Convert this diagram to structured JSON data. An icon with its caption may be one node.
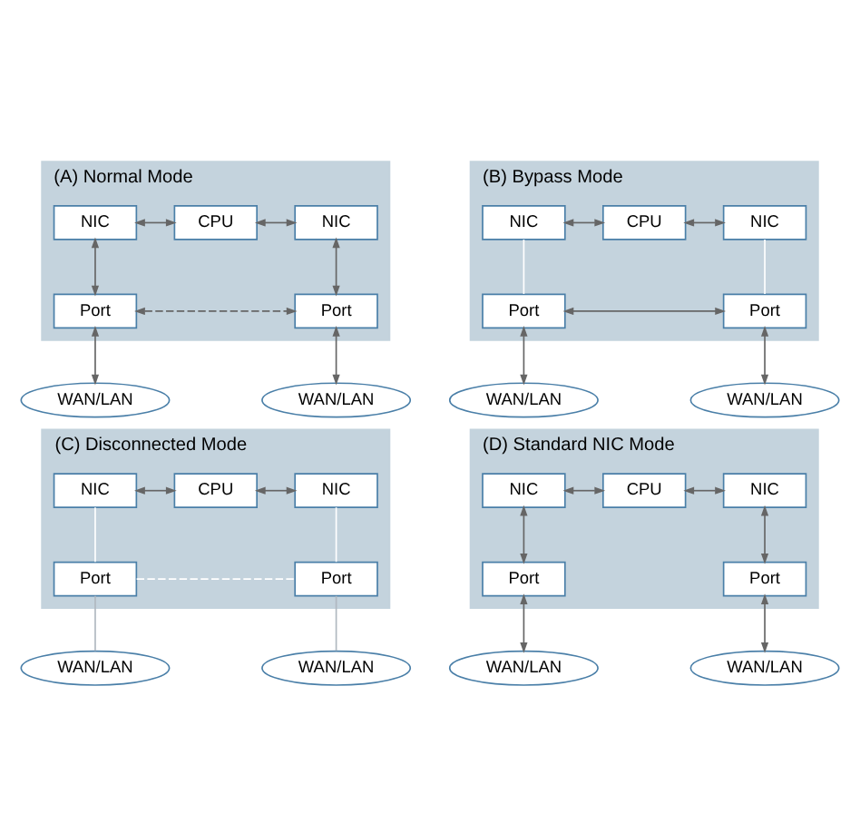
{
  "diagram": {
    "nodes": [
      {
        "text": [
          "(A) Normal Mode"
        ]
      },
      {
        "text": [
          "NIC"
        ],
        "in": 0
      },
      {
        "text": [
          "CPU"
        ],
        "in": 0
      },
      {
        "text": [
          "NIC"
        ],
        "in": 0
      },
      {
        "text": [
          "Port"
        ],
        "in": 0
      },
      {
        "text": [
          "Port"
        ],
        "in": 0
      },
      {
        "text": [
          "WAN/LAN"
        ]
      },
      {
        "text": [
          "WAN/LAN"
        ]
      },
      {
        "text": [
          "(B) Bypass Mode"
        ]
      },
      {
        "text": [
          "NIC"
        ],
        "in": 8
      },
      {
        "text": [
          "CPU"
        ],
        "in": 8
      },
      {
        "text": [
          "NIC"
        ],
        "in": 8
      },
      {
        "text": [
          "Port"
        ],
        "in": 8
      },
      {
        "text": [
          "Port"
        ],
        "in": 8
      },
      {
        "text": [
          "WAN/LAN"
        ]
      },
      {
        "text": [
          "WAN/LAN"
        ]
      },
      {
        "text": [
          "(C) Disconnected Mode"
        ]
      },
      {
        "text": [
          "NIC"
        ],
        "in": 16
      },
      {
        "text": [
          "CPU"
        ],
        "in": 16
      },
      {
        "text": [
          "NIC"
        ],
        "in": 16
      },
      {
        "text": [
          "Port"
        ],
        "in": 16
      },
      {
        "text": [
          "Port"
        ],
        "in": 16
      },
      {
        "text": [
          "WAN/LAN"
        ]
      },
      {
        "text": [
          "WAN/LAN"
        ]
      },
      {
        "text": [
          "(D) Standard NIC Mode"
        ]
      },
      {
        "text": [
          "NIC"
        ],
        "in": 24
      },
      {
        "text": [
          "CPU"
        ],
        "in": 24
      },
      {
        "text": [
          "NIC"
        ],
        "in": 24
      },
      {
        "text": [
          "Port"
        ],
        "in": 24
      },
      {
        "text": [
          "Port"
        ],
        "in": 24
      },
      {
        "text": [
          "WAN/LAN"
        ]
      },
      {
        "text": [
          "WAN/LAN"
        ]
      }
    ],
    "edges": [
      {
        "from": 1,
        "to": 2,
        "arrow": "both"
      },
      {
        "from": 2,
        "to": 3,
        "arrow": "both"
      },
      {
        "from": 1,
        "to": 4,
        "arrow": "both"
      },
      {
        "from": 3,
        "to": 5,
        "arrow": "both"
      },
      {
        "from": 4,
        "to": 5,
        "arrow": "both",
        "style": "dashed"
      },
      {
        "from": 4,
        "to": 6,
        "arrow": "both"
      },
      {
        "from": 5,
        "to": 7,
        "arrow": "both"
      },
      {
        "from": 9,
        "to": 10,
        "arrow": "both"
      },
      {
        "from": 10,
        "to": 11,
        "arrow": "both"
      },
      {
        "from": 9,
        "to": 12,
        "arrow": "none",
        "color": "#ffffff"
      },
      {
        "from": 11,
        "to": 13,
        "arrow": "none",
        "color": "#ffffff"
      },
      {
        "from": 12,
        "to": 13,
        "arrow": "both"
      },
      {
        "from": 12,
        "to": 14,
        "arrow": "both"
      },
      {
        "from": 13,
        "to": 15,
        "arrow": "both"
      },
      {
        "from": 17,
        "to": 18,
        "arrow": "both"
      },
      {
        "from": 18,
        "to": 19,
        "arrow": "both"
      },
      {
        "from": 17,
        "to": 20,
        "arrow": "none",
        "color": "#ffffff"
      },
      {
        "from": 19,
        "to": 21,
        "arrow": "none",
        "color": "#ffffff"
      },
      {
        "from": 20,
        "to": 21,
        "arrow": "none",
        "style": "dashed",
        "color": "#ffffff"
      },
      {
        "from": 20,
        "to": 22,
        "arrow": "none",
        "color": "#b0b8c0"
      },
      {
        "from": 21,
        "to": 23,
        "arrow": "none",
        "color": "#b0b8c0"
      },
      {
        "from": 25,
        "to": 26,
        "arrow": "both"
      },
      {
        "from": 26,
        "to": 27,
        "arrow": "both"
      },
      {
        "from": 25,
        "to": 28,
        "arrow": "both"
      },
      {
        "from": 27,
        "to": 29,
        "arrow": "both"
      },
      {
        "from": 28,
        "to": 30,
        "arrow": "both"
      },
      {
        "from": 29,
        "to": 31,
        "arrow": "both"
      }
    ]
  }
}
